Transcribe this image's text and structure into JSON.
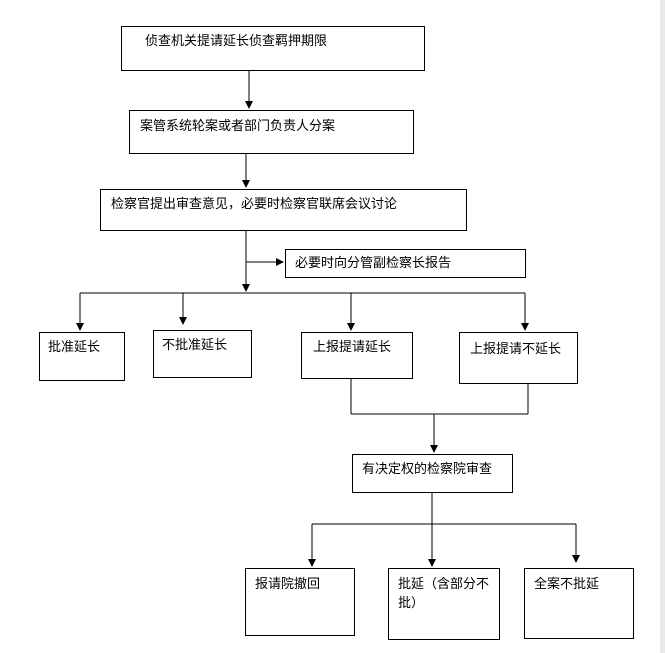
{
  "diagram": {
    "nodes": {
      "apply": "侦查机关提请延长侦查羁押期限",
      "assign": "案管系统轮案或者部门负责人分案",
      "review": "检察官提出审查意见，必要时检察官联席会议讨论",
      "report_deputy": "必要时向分管副检察长报告",
      "approve": "批准延长",
      "reject": "不批准延长",
      "submit_approve": "上报提请延长",
      "submit_reject": "上报提请不延长",
      "higher_review": "有决定权的检察院审查",
      "withdraw": "报请院撤回",
      "partial_approve": "批延（含部分不批）",
      "full_reject": "全案不批延"
    }
  }
}
